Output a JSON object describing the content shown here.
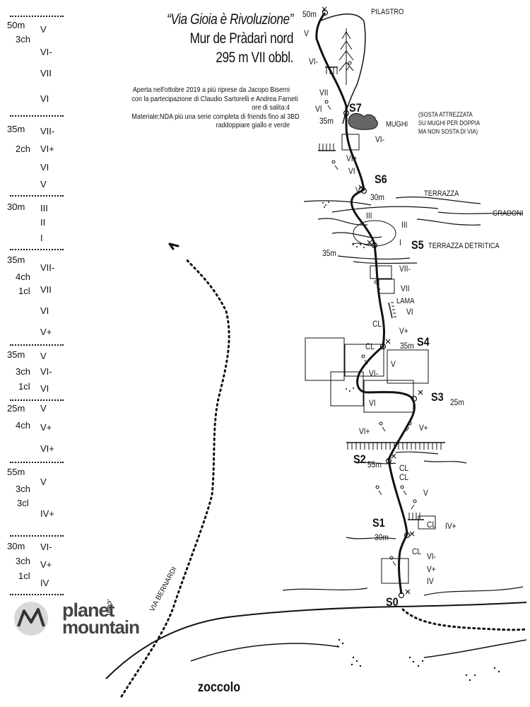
{
  "title": {
    "line1": "“Via Gioia è Rivoluzione”",
    "line2": "Mur de Pràdarì nord",
    "line3": "295 m VII obbl."
  },
  "info": {
    "line1": "Aperta nell'ottobre 2019 a più riprese da Jacopo Biserni",
    "line2": "con la partecipazione di Claudio Sartorelli e Andrea Farneti",
    "line3": "ore di salita:4",
    "line4": "Materiale:NDA più una serie completa di friends fino al 3BD",
    "line5": "raddoppiare giallo e verde"
  },
  "pitch_table": [
    {
      "length": "50m",
      "protection": [
        "3ch"
      ],
      "grades": [
        "V",
        "VI-",
        "VII",
        "VI"
      ]
    },
    {
      "length": "35m",
      "protection": [
        "2ch"
      ],
      "grades": [
        "VII-",
        "VI+",
        "VI",
        "V"
      ]
    },
    {
      "length": "30m",
      "protection": [],
      "grades": [
        "III",
        "II",
        "I"
      ]
    },
    {
      "length": "35m",
      "protection": [
        "4ch",
        "1cl"
      ],
      "grades": [
        "VII-",
        "VII",
        "VI",
        "V+"
      ]
    },
    {
      "length": "35m",
      "protection": [
        "3ch",
        "1cl"
      ],
      "grades": [
        "V",
        "VI-",
        "VI"
      ]
    },
    {
      "length": "25m",
      "protection": [
        "4ch"
      ],
      "grades": [
        "V",
        "V+",
        "VI+"
      ]
    },
    {
      "length": "55m",
      "protection": [
        "3ch",
        "3cl"
      ],
      "grades": [
        "V",
        "IV+"
      ]
    },
    {
      "length": "30m",
      "protection": [
        "3ch",
        "1cl"
      ],
      "grades": [
        "VI-",
        "V+",
        "IV"
      ]
    }
  ],
  "belays": {
    "s0": "S0",
    "s1": "S1",
    "s2": "S2",
    "s3": "S3",
    "s4": "S4",
    "s5": "S5",
    "s6": "S6",
    "s7": "S7"
  },
  "labels": {
    "pilastro": "PILASTRO",
    "mughi": "MUGHI",
    "terrazza": "TERRAZZA",
    "gradoni": "GRADONI",
    "terrazza_detritica": "TERRAZZA DETRITICA",
    "lama": "LAMA",
    "via_bernardi": "VIA BERNARDI",
    "zoccolo": "zoccolo"
  },
  "sosta_note": {
    "line1": "(SOSTA ATTREZZATA",
    "line2": "SU MUGHI PER DOPPIA",
    "line3": "MA NON SOSTA DI VIA)"
  },
  "route_marks": {
    "top_50m": "50m",
    "s7_35m": "35m",
    "s6_30m": "30m",
    "s5_35m": "35m",
    "s4_35m": "35m",
    "s3_25m": "25m",
    "s2_55m": "55m",
    "s1_30m": "30m",
    "g_v_top": "V",
    "g_vi_minus_top": "VI-",
    "g_vii_top": "VII",
    "g_vi_s7": "VI",
    "g_vi_minus_mughi": "VI-",
    "g_vi_plus_s6": "VI+",
    "g_vi_s6": "VI",
    "g_v_s6": "V",
    "g_iii_a": "III",
    "g_iii_b": "III",
    "g_i_s5": "I",
    "g_vii_minus_s5": "VII-",
    "g_vii_s5": "VII",
    "g_vi_lama": "VI",
    "g_cl_s4a": "CL",
    "g_v_plus_s4": "V+",
    "g_cl_s4b": "CL",
    "g_v_s4": "V",
    "g_vi_minus_s3": "VI-",
    "g_vi_s3": "VI",
    "g_vi_plus_s2": "VI+",
    "g_v_plus_s2": "V+",
    "g_cl_s2a": "CL",
    "g_cl_s2b": "CL",
    "g_v_s2": "V",
    "g_cl_s1": "CL",
    "g_iv_plus_s1": "IV+",
    "g_cl_s0": "CL",
    "g_vi_minus_s0": "VI-",
    "g_v_plus_s0": "V+",
    "g_iv_s0": "IV"
  },
  "logo": {
    "word1": "planet",
    "word2": "mountain",
    "suffix": ".com"
  }
}
